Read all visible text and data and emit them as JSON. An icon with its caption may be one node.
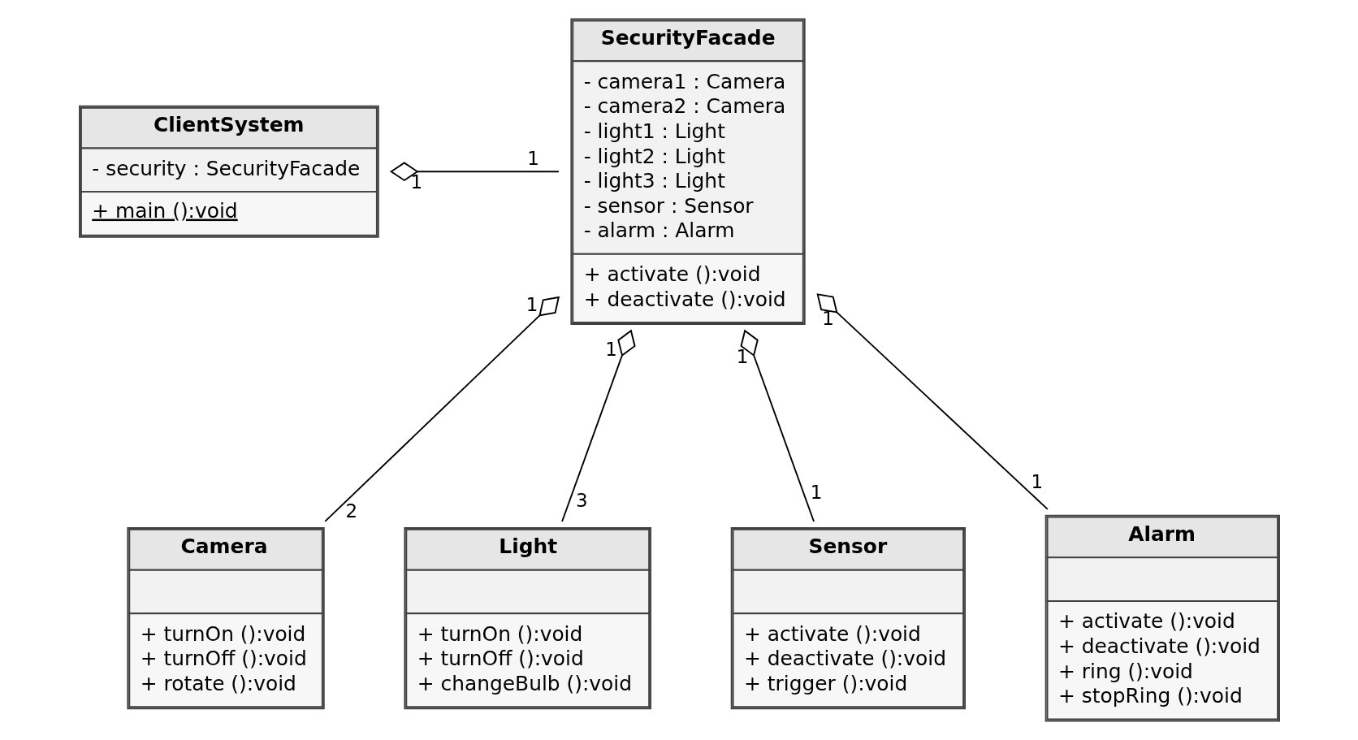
{
  "diagram": {
    "nodes": [
      {
        "text": [
          "ClientSystem",
          "- security : SecurityFacade",
          "+ main ():void"
        ]
      },
      {
        "text": [
          "SecurityFacade",
          "- camera1 : Camera",
          "- camera2 : Camera",
          "- light1 : Light",
          "- light2 : Light",
          "- light3 : Light",
          "- sensor : Sensor",
          "- alarm : Alarm",
          "+ activate ():void",
          "+ deactivate ():void"
        ]
      },
      {
        "text": [
          "Camera",
          "+ turnOn ():void",
          "+ turnOff ():void",
          "+ rotate ():void"
        ]
      },
      {
        "text": [
          "Light",
          "+ turnOn ():void",
          "+ turnOff ():void",
          "+ changeBulb ():void"
        ]
      },
      {
        "text": [
          "Sensor",
          "+ activate ():void",
          "+ deactivate ():void",
          "+ trigger ():void"
        ]
      },
      {
        "text": [
          "Alarm",
          "+ activate ():void",
          "+ deactivate ():void",
          "+ ring ():void",
          "+ stopRing ():void"
        ]
      }
    ],
    "edges": [
      {
        "from": 0,
        "to": 1,
        "arrow": "other"
      },
      {
        "from": 1,
        "to": 2,
        "arrow": "other"
      },
      {
        "from": 1,
        "to": 3,
        "arrow": "other"
      },
      {
        "from": 1,
        "to": 4,
        "arrow": "other"
      },
      {
        "from": 1,
        "to": 5,
        "arrow": "other"
      }
    ],
    "labels": [
      "1",
      "1",
      "1",
      "1",
      "1",
      "1",
      "1",
      "1",
      "2",
      "3"
    ]
  }
}
